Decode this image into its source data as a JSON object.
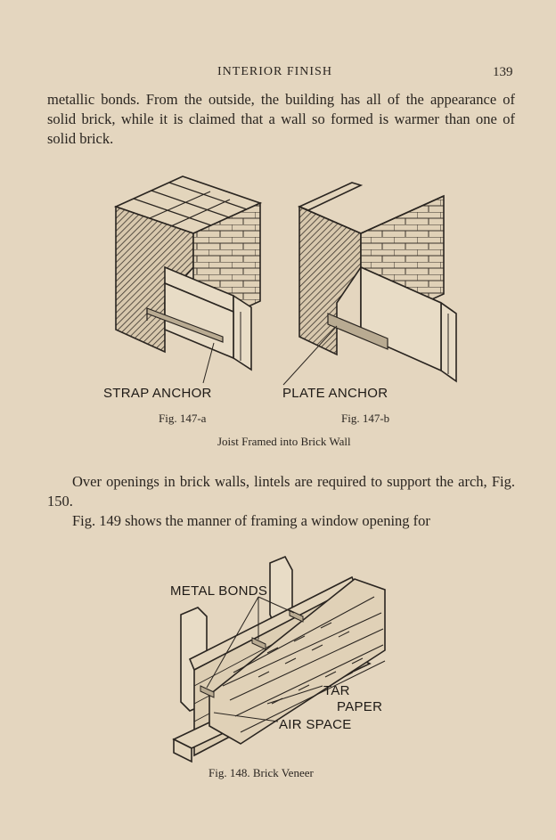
{
  "header": {
    "running_head": "INTERIOR FINISH",
    "page_number": "139"
  },
  "paragraphs": {
    "p1": "metallic bonds. From the outside, the building has all of the appearance of solid brick, while it is claimed that a wall so formed is warmer than one of solid brick.",
    "p2": "Over openings in brick walls, lintels are required to support the arch, Fig. 150.",
    "p3": "Fig. 149 shows the manner of framing a window opening for"
  },
  "figure147": {
    "label_a": "STRAP ANCHOR",
    "label_b": "PLATE ANCHOR",
    "fig_a": "Fig. 147-a",
    "fig_b": "Fig. 147-b",
    "caption": "Joist Framed into Brick Wall"
  },
  "figure148": {
    "label_bonds": "METAL BONDS",
    "label_tar": "TAR",
    "label_paper": "PAPER",
    "label_air": "AIR SPACE",
    "caption": "Fig. 148.   Brick Veneer"
  }
}
